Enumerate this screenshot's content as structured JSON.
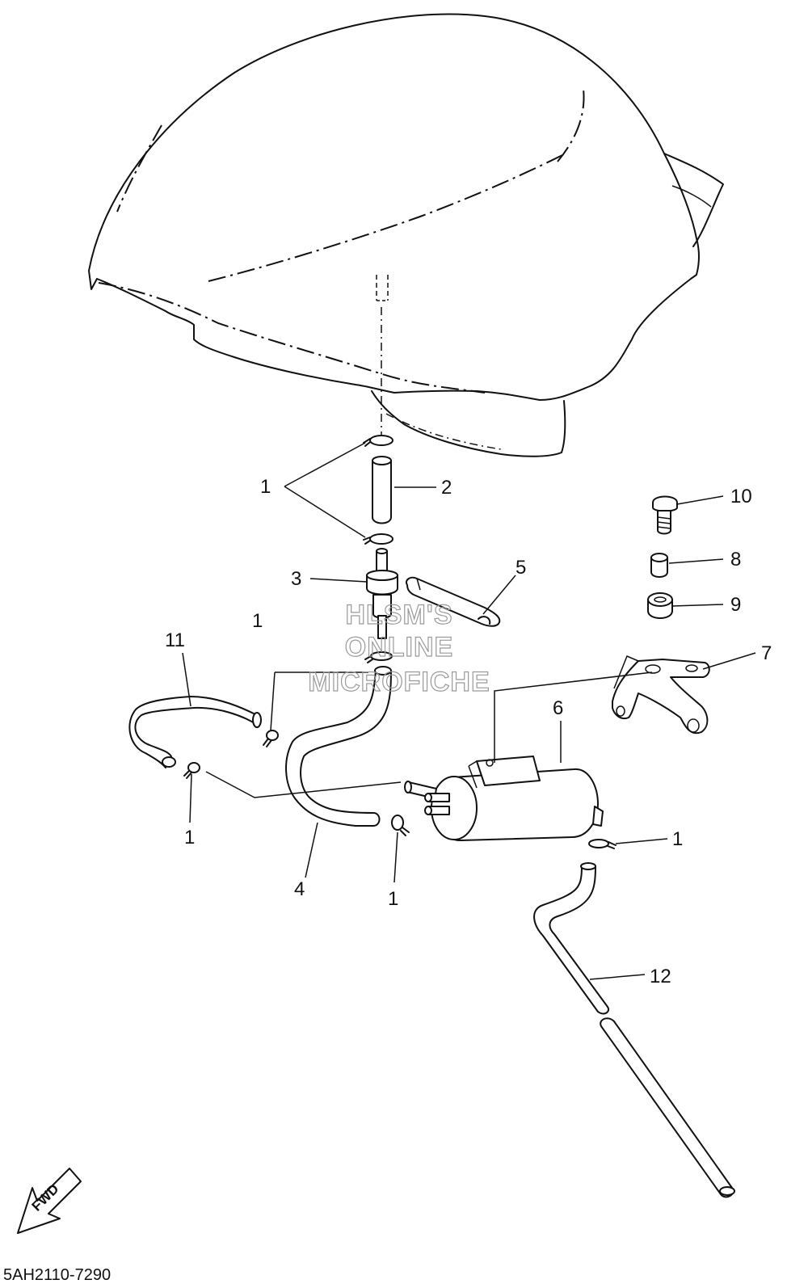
{
  "diagram": {
    "callouts": {
      "clip_a": "1",
      "clip_b": "1",
      "clip_c": "1",
      "clip_d": "1",
      "clip_e": "1",
      "hose_2": "2",
      "filter_3": "3",
      "hose_4": "4",
      "clamp_5": "5",
      "canister_6": "6",
      "bracket_7": "7",
      "collar_8": "8",
      "grommet_9": "9",
      "bolt_10": "10",
      "hose_11": "11",
      "hose_12": "12"
    },
    "watermark": [
      "HLSM'S",
      "ONLINE",
      "MICROFICHE"
    ],
    "fwd_label": "FWD",
    "drawing_code": "5AH2110-7290"
  }
}
